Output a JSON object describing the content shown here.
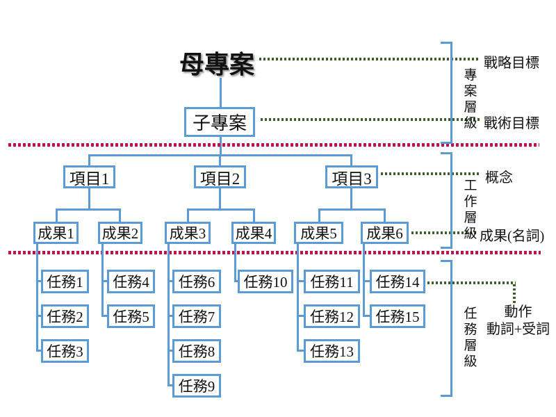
{
  "tree": {
    "root": "母專案",
    "subproject": "子專案",
    "projects": [
      "項目1",
      "項目2",
      "項目3"
    ],
    "outcomes": [
      "成果1",
      "成果2",
      "成果3",
      "成果4",
      "成果5",
      "成果6"
    ],
    "task_columns": [
      [
        "任務1",
        "任務2",
        "任務3"
      ],
      [
        "任務4",
        "任務5"
      ],
      [
        "任務6",
        "任務7",
        "任務8",
        "任務9"
      ],
      [
        "任務10"
      ],
      [
        "任務11",
        "任務12",
        "任務13"
      ],
      [
        "任務14",
        "任務15"
      ]
    ]
  },
  "levels": [
    "專案層級",
    "工作層級",
    "任務層級"
  ],
  "labels": {
    "strategic_goal": "戰略目標",
    "tactical_goal": "戰術目標",
    "concept": "概念",
    "outcome_noun": "成果(名詞)",
    "action_line1": "動作",
    "action_line2": "動詞+受詞"
  },
  "colors": {
    "connector_blue": "#5B9BD5",
    "annotation_green": "#3A5F28",
    "divider_red": "#C0104E",
    "text": "#111111",
    "background": "#FFFFFF"
  }
}
